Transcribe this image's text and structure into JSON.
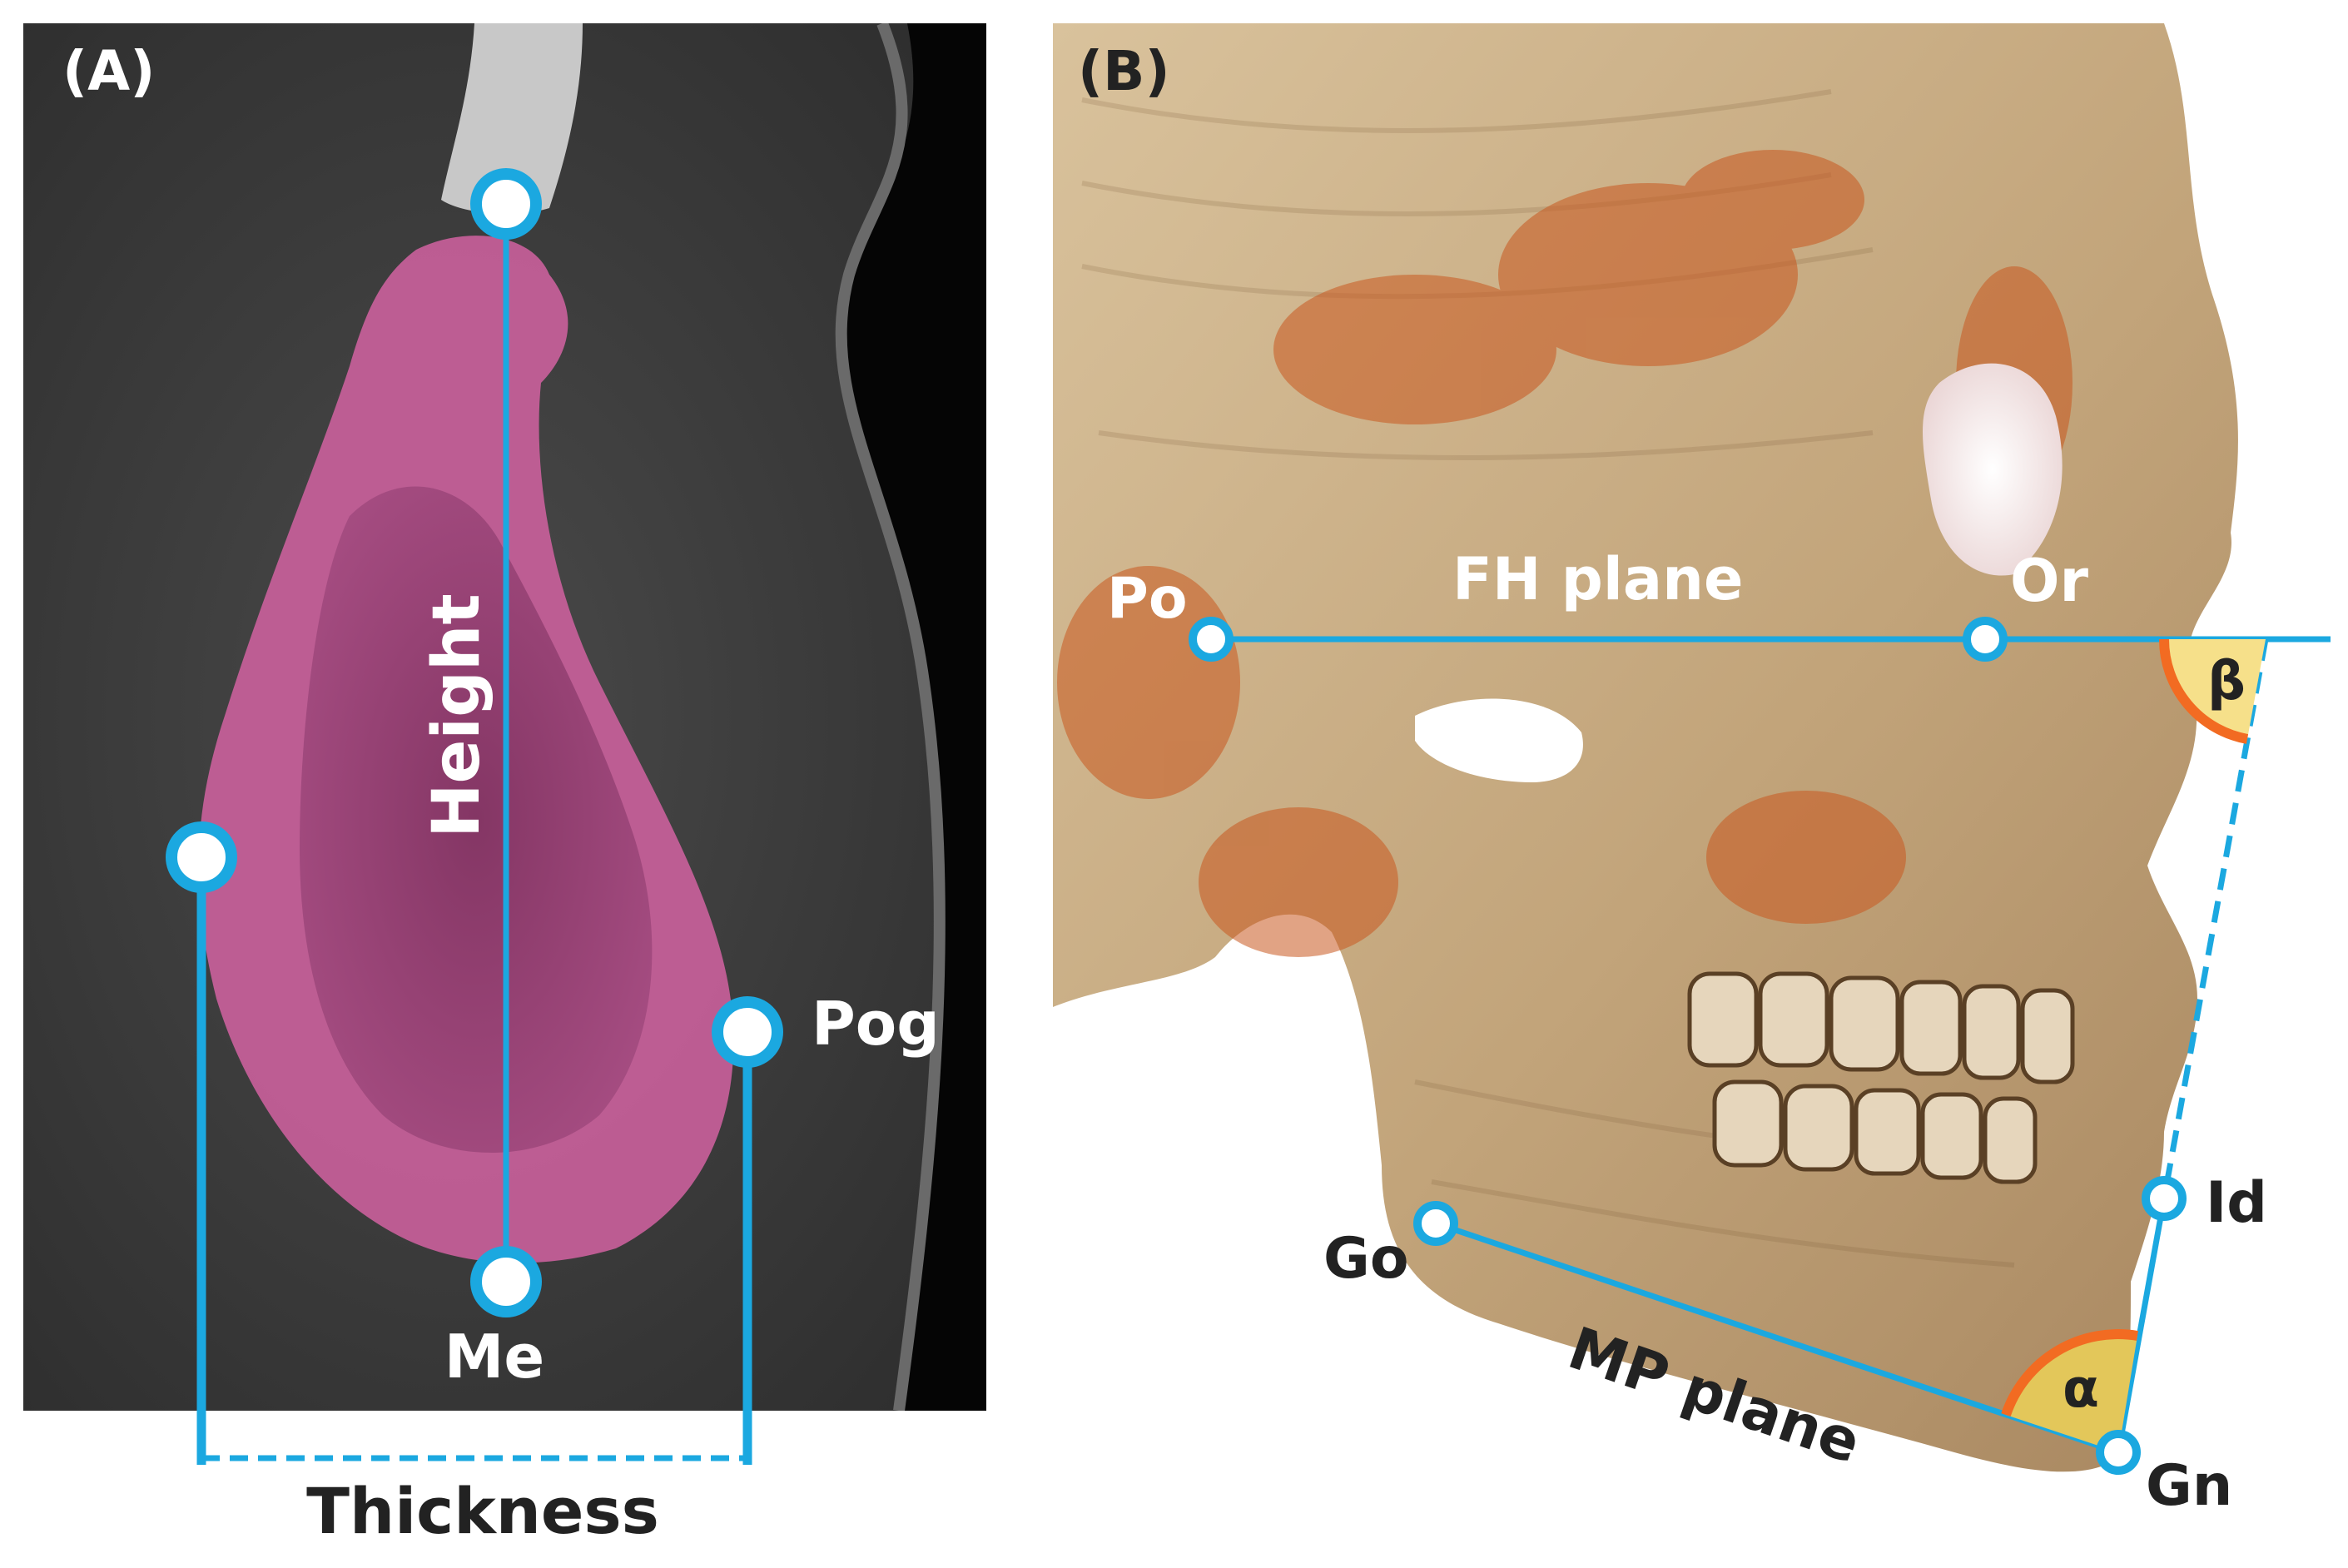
{
  "panel_a": {
    "label": "(A)",
    "height_label": "Height",
    "thickness_label": "Thickness",
    "points": {
      "me": "Me",
      "pog": "Pog"
    }
  },
  "panel_b": {
    "label": "(B)",
    "planes": {
      "fh": "FH plane",
      "mp": "MP plane"
    },
    "points": {
      "po": "Po",
      "or": "Or",
      "go": "Go",
      "id": "Id",
      "gn": "Gn"
    },
    "angles": {
      "beta": "β",
      "alpha": "α"
    }
  },
  "colors": {
    "annotation": "#1ba8e0",
    "bone_overlay": "#c8609a",
    "angle_fill": "#f6e08a",
    "angle_stroke": "#f26b22",
    "ct_background": "#3c3c3c",
    "skull": "#c9ae85"
  }
}
